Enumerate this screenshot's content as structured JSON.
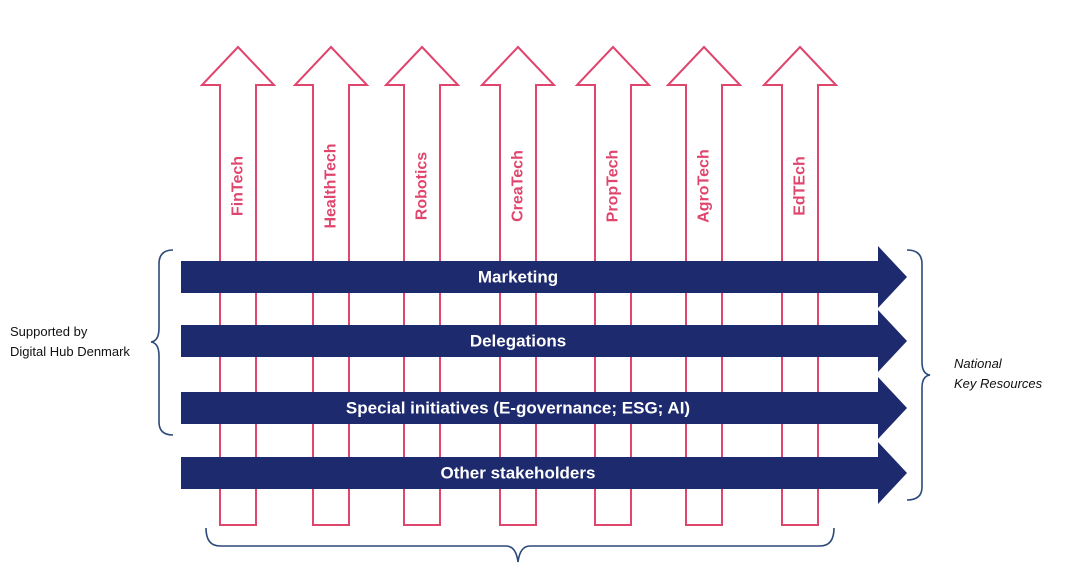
{
  "verticals": [
    {
      "label": "FinTech"
    },
    {
      "label": "HealthTech"
    },
    {
      "label": "Robotics"
    },
    {
      "label": "CreaTech"
    },
    {
      "label": "PropTech"
    },
    {
      "label": "AgroTech"
    },
    {
      "label": "EdTEch"
    }
  ],
  "horizontals": [
    {
      "label": "Marketing"
    },
    {
      "label": "Delegations"
    },
    {
      "label": "Special initiatives (E-governance; ESG; AI)"
    },
    {
      "label": "Other stakeholders"
    }
  ],
  "left_label": {
    "line1": "Supported by",
    "line2": "Digital Hub Denmark"
  },
  "right_label": {
    "line1": "National",
    "line2": "Key Resources"
  },
  "colors": {
    "vertical": "#e0456d",
    "horizontal": "#1e2a6e",
    "bracket": "#2b4a7a",
    "text_on_bar": "#ffffff"
  }
}
